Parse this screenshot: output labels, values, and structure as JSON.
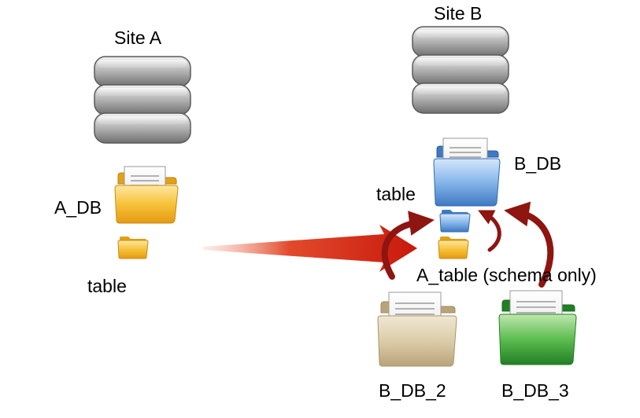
{
  "site_a": {
    "title": "Site A",
    "database": "A_DB",
    "table": "table"
  },
  "site_b": {
    "title": "Site B",
    "database": "B_DB",
    "table": "table",
    "replicated_table": "A_table (schema only)",
    "databases": [
      "B_DB_2",
      "B_DB_3"
    ]
  },
  "colors": {
    "folder_yellow": "#f2b81e",
    "folder_blue": "#5b98d9",
    "folder_tan": "#d8c7a0",
    "folder_green": "#3ea33e",
    "arrow_red": "#d42a18",
    "curve_arrow": "#8e1510",
    "server_gray": "#9a9a9a"
  },
  "icons": [
    "database-server-icon",
    "folder-with-document-icon",
    "folder-icon",
    "transfer-arrow-icon",
    "curved-arrow-icon"
  ]
}
